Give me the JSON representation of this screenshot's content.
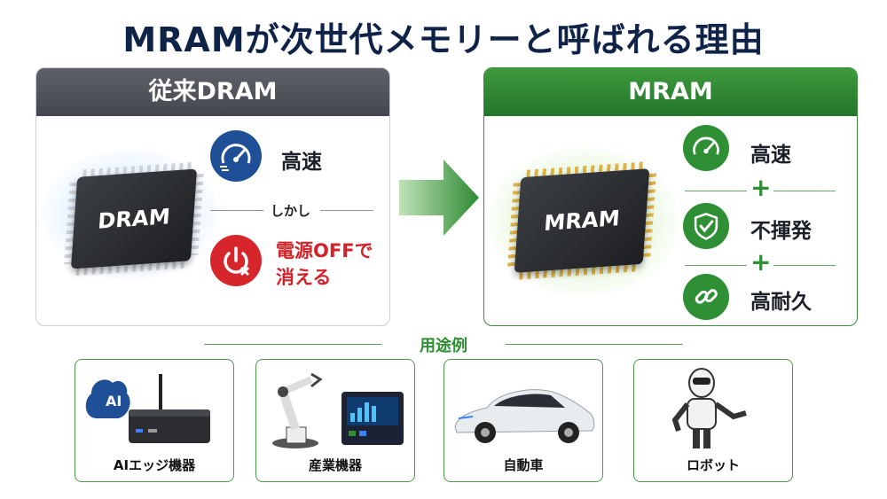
{
  "title": "MRAMが次世代メモリーと呼ばれる理由",
  "left_panel": {
    "header": "従来DRAM",
    "chip_label": "DRAM",
    "feature_fast": "高速",
    "however": "しかし",
    "feature_volatile_line1": "電源OFFで",
    "feature_volatile_line2": "消える"
  },
  "right_panel": {
    "header": "MRAM",
    "chip_label": "MRAM",
    "features": [
      "高速",
      "不揮発",
      "高耐久"
    ],
    "plus": "+"
  },
  "usage": {
    "label": "用途例",
    "cards": [
      {
        "label": "AIエッジ機器",
        "badge": "AI"
      },
      {
        "label": "産業機器"
      },
      {
        "label": "自動車"
      },
      {
        "label": "ロボット"
      }
    ]
  },
  "colors": {
    "navy": "#0f2247",
    "green": "#2f8f35",
    "red": "#d6262b",
    "blue": "#1f4f96",
    "gray_header": "#4f5359"
  }
}
